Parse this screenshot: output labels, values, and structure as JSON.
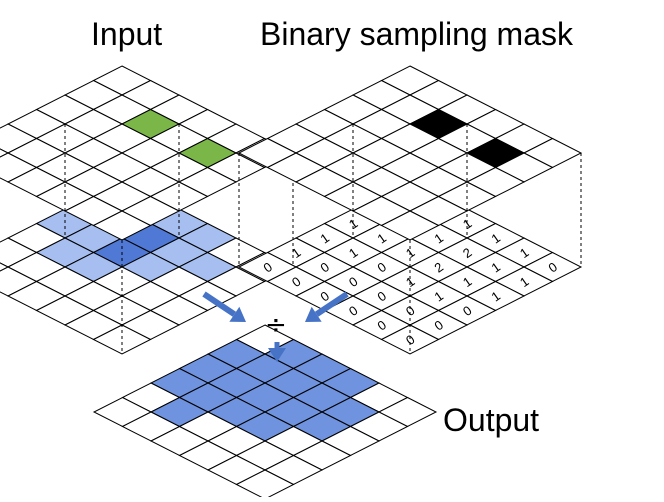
{
  "labels": {
    "input": "Input",
    "mask": "Binary sampling mask",
    "output": "Output",
    "divide": "÷"
  },
  "colors": {
    "green": "#7ab648",
    "black": "#000000",
    "blue_light": "#a6bff0",
    "blue_mid": "#6f93df",
    "blue_dark": "#4f79d4",
    "arrow": "#4673c6",
    "grid_line": "#000000"
  },
  "grids": {
    "input_top": {
      "rows": 6,
      "cols": 6,
      "highlight": [
        [
          1,
          2
        ],
        [
          1,
          4
        ]
      ],
      "highlight_color": "green"
    },
    "input_bottom": {
      "rows": 6,
      "cols": 6,
      "blue_cells": [
        [
          0,
          1
        ],
        [
          0,
          2
        ],
        [
          0,
          3
        ],
        [
          1,
          0
        ],
        [
          1,
          1
        ],
        [
          1,
          2
        ],
        [
          1,
          3
        ],
        [
          1,
          4
        ],
        [
          2,
          0
        ],
        [
          2,
          1
        ],
        [
          2,
          2
        ],
        [
          2,
          3
        ],
        [
          3,
          1
        ],
        [
          3,
          2
        ]
      ],
      "dark_cells": [
        [
          1,
          2
        ],
        [
          2,
          2
        ]
      ]
    },
    "mask_top": {
      "rows": 6,
      "cols": 6,
      "highlight": [
        [
          1,
          2
        ],
        [
          1,
          4
        ]
      ],
      "highlight_color": "black"
    },
    "mask_bottom": {
      "rows": 6,
      "cols": 6,
      "values": [
        [
          "0",
          "1",
          "1",
          "1",
          "1",
          "0"
        ],
        [
          "1",
          "1",
          "1",
          "2",
          "1",
          "1"
        ],
        [
          "1",
          "1",
          "1",
          "2",
          "1",
          "1"
        ],
        [
          "1",
          "1",
          "0",
          "1",
          "1",
          "0"
        ],
        [
          "1",
          "0",
          "0",
          "0",
          "0",
          "0"
        ],
        [
          "0",
          "0",
          "0",
          "0",
          "0",
          "0"
        ]
      ]
    },
    "output": {
      "rows": 6,
      "cols": 6,
      "blue_cells": [
        [
          0,
          1
        ],
        [
          0,
          2
        ],
        [
          0,
          3
        ],
        [
          1,
          0
        ],
        [
          1,
          1
        ],
        [
          1,
          2
        ],
        [
          1,
          3
        ],
        [
          1,
          4
        ],
        [
          2,
          0
        ],
        [
          2,
          1
        ],
        [
          2,
          2
        ],
        [
          2,
          3
        ],
        [
          2,
          4
        ],
        [
          3,
          0
        ],
        [
          3,
          1
        ],
        [
          3,
          2
        ],
        [
          3,
          3
        ],
        [
          4,
          1
        ]
      ]
    }
  }
}
